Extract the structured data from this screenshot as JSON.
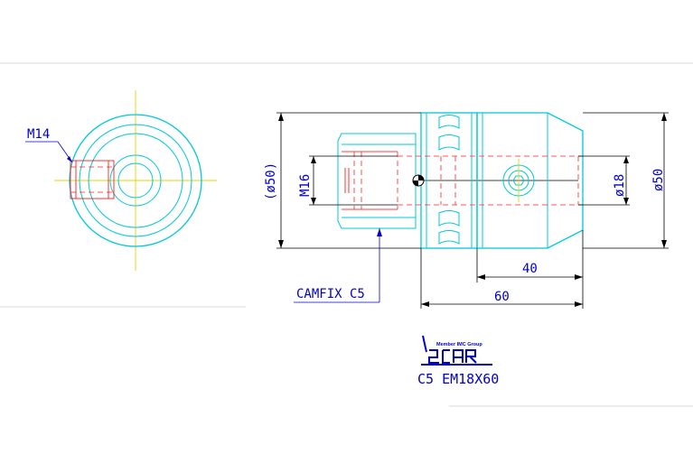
{
  "labels": {
    "thread_end": "M14",
    "camfix": "CAMFIX C5",
    "logo_member": "Member IMC Group",
    "logo_word": "iscar",
    "part_number": "C5 EM18X60"
  },
  "dimensions": {
    "outer_diameter": "(ø50)",
    "thread": "M16",
    "bore_diameter": "ø18",
    "outer_diameter_right": "ø50",
    "length_40": "40",
    "length_60": "60"
  },
  "colors": {
    "outline": "#00c8d8",
    "hidden": "#ff0000",
    "center": "#e6d400",
    "dimension": "#000000",
    "text": "#0000cc"
  }
}
